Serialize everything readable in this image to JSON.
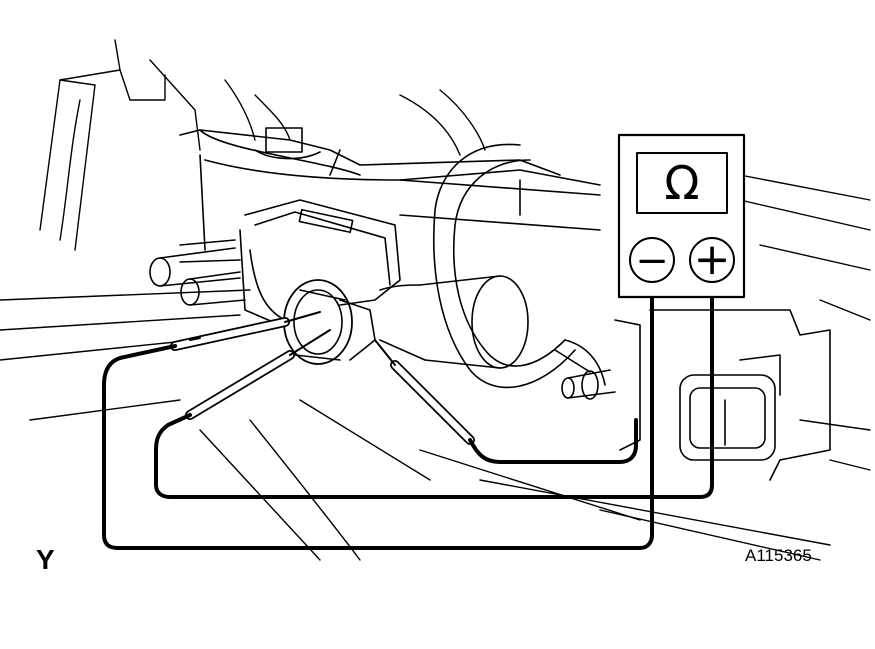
{
  "view_label": "Y",
  "figure_id": "A115365",
  "meter": {
    "unit_symbol": "Ω",
    "negative_terminal": "−",
    "positive_terminal": "+"
  },
  "colors": {
    "line": "#000000",
    "background": "#ffffff"
  }
}
